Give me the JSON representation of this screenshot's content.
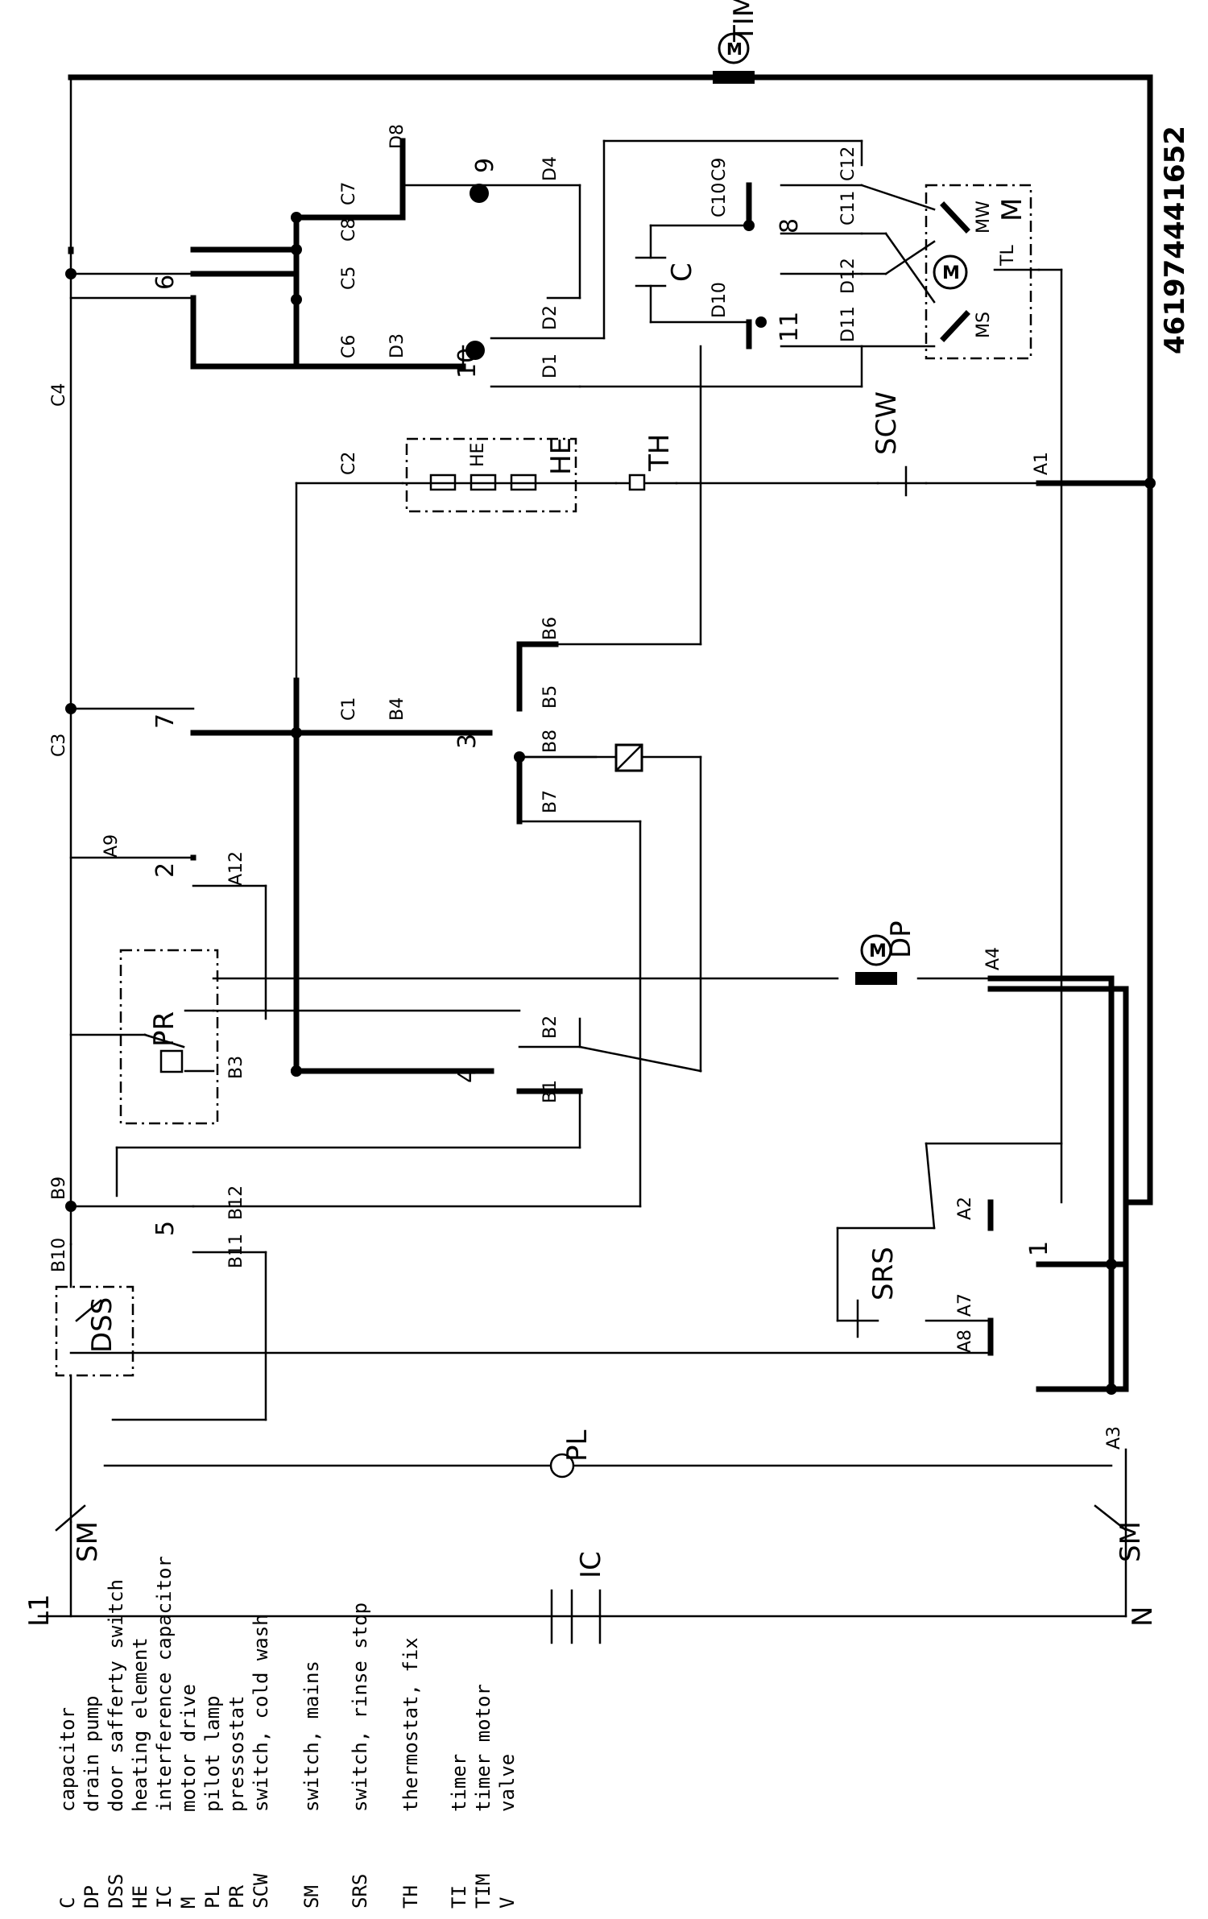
{
  "document_number": "461974441652",
  "supply": {
    "line": "L1",
    "neutral": "N"
  },
  "components": {
    "timer_motor": "TIM",
    "capacitor": "C",
    "motor": "M",
    "motor_terminals": [
      "MW",
      "MS",
      "TL"
    ],
    "heating_element": "HE",
    "thermostat": "TH",
    "cold_wash_switch": "SCW",
    "drain_pump": "DP",
    "pressostat": "PR",
    "door_switch": "DSS",
    "rinse_stop": "SRS",
    "pilot_lamp": "PL",
    "mains_switch": "SM",
    "interference_capacitor": "IC"
  },
  "timer_contacts": [
    "1",
    "2",
    "3",
    "4",
    "5",
    "6",
    "7",
    "8",
    "9",
    "10",
    "11"
  ],
  "wire_labels": [
    "C1",
    "C2",
    "C3",
    "C4",
    "C5",
    "C6",
    "C7",
    "C8",
    "C9",
    "C10",
    "C11",
    "C12",
    "D1",
    "D2",
    "D3",
    "D4",
    "D8",
    "D10",
    "D11",
    "D12",
    "B1",
    "B2",
    "B3",
    "B4",
    "B5",
    "B6",
    "B7",
    "B8",
    "B9",
    "B10",
    "B11",
    "B12",
    "A1",
    "A2",
    "A3",
    "A4",
    "A7",
    "A8",
    "A9",
    "A12"
  ],
  "legend": [
    {
      "code": "C",
      "text": "capacitor"
    },
    {
      "code": "DP",
      "text": "drain pump"
    },
    {
      "code": "DSS",
      "text": "door safferty switch"
    },
    {
      "code": "HE",
      "text": "heating element"
    },
    {
      "code": "IC",
      "text": "interference capacitor"
    },
    {
      "code": "M",
      "text": "motor drive"
    },
    {
      "code": "PL",
      "text": "pilot lamp"
    },
    {
      "code": "PR",
      "text": "pressostat"
    },
    {
      "code": "SCW",
      "text": "switch, cold wash"
    },
    {
      "code": "SM",
      "text": "switch, mains"
    },
    {
      "code": "SRS",
      "text": "switch, rinse stop"
    },
    {
      "code": "TH",
      "text": "thermostat, fix"
    },
    {
      "code": "TI",
      "text": "timer"
    },
    {
      "code": "TIM",
      "text": "timer motor"
    },
    {
      "code": "V",
      "text": "valve"
    }
  ]
}
